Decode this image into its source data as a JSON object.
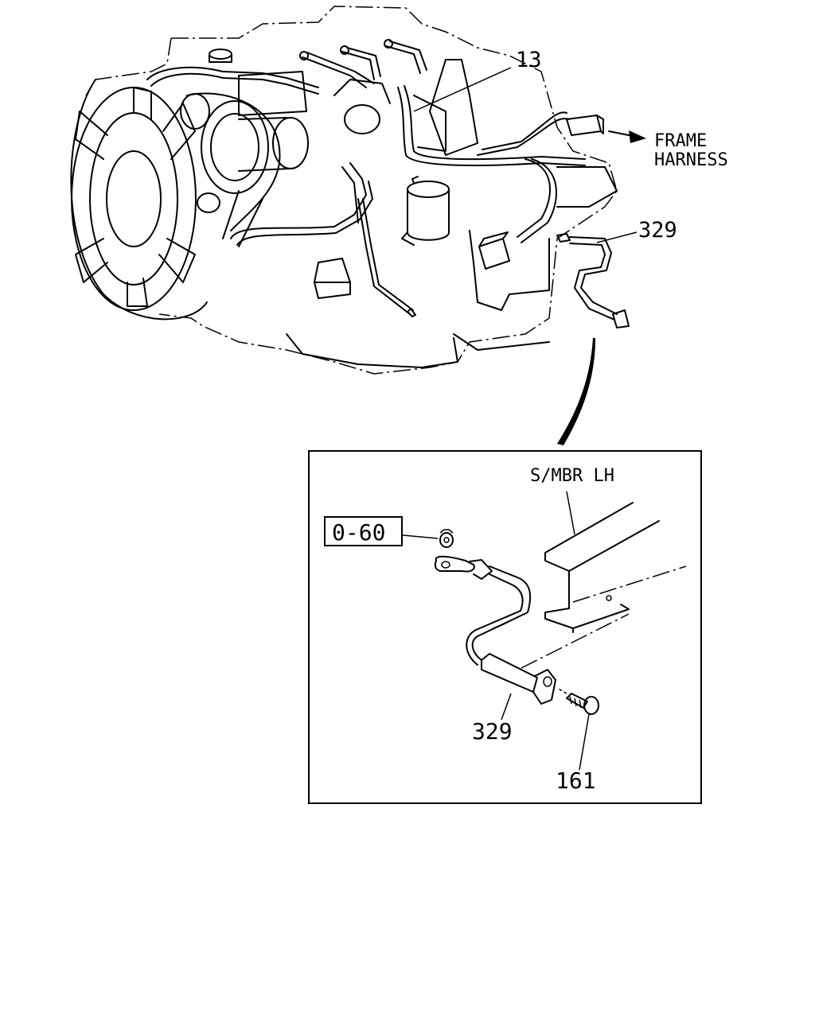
{
  "callouts": {
    "harness": "13",
    "ground_cable_top": "329",
    "ground_cable_detail": "329",
    "bolt": "161",
    "ref_box": "0-60"
  },
  "text": {
    "frame_harness_line1": "FRAME",
    "frame_harness_line2": "HARNESS",
    "side_member": "S/MBR LH"
  }
}
